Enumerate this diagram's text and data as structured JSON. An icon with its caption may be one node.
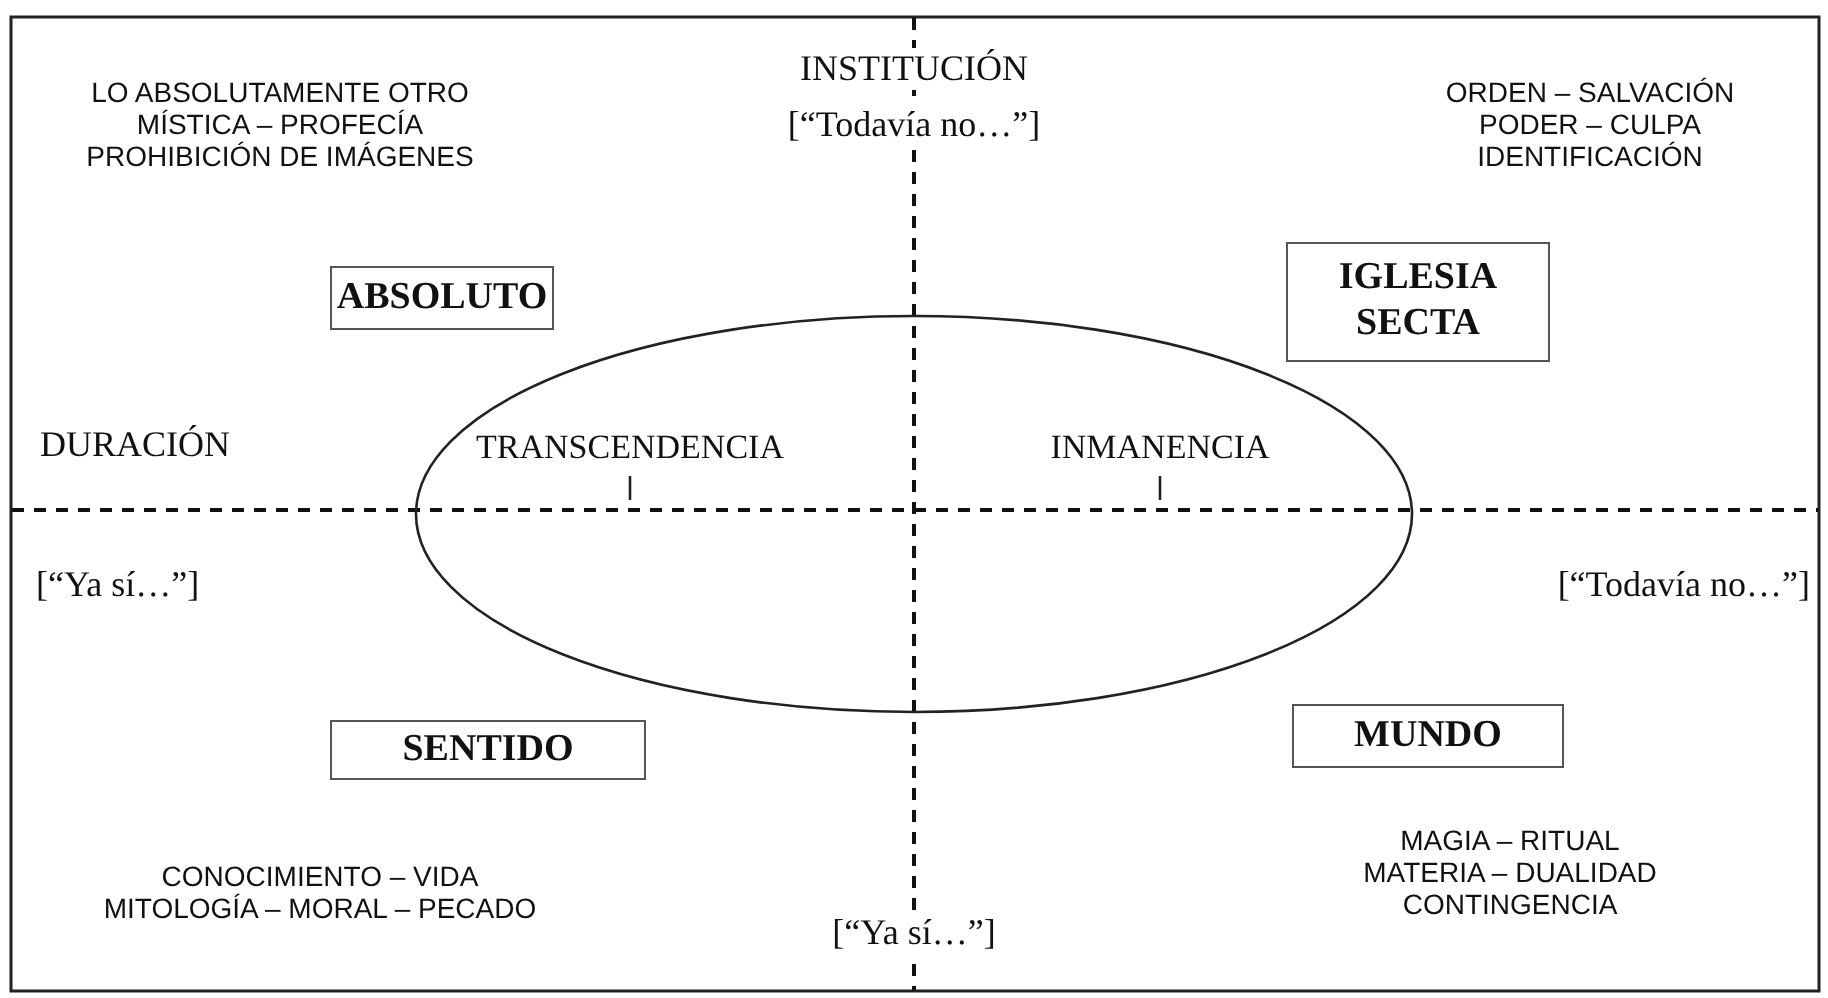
{
  "diagram": {
    "nodes": [
      {
        "text": [
          "ABSOLUTO"
        ]
      },
      {
        "text": [
          "IGLESIA SECTA"
        ]
      },
      {
        "text": [
          "TRANSCENDENCIA",
          "INMANENCIA"
        ]
      },
      {
        "text": [
          "SENTIDO"
        ]
      },
      {
        "text": [
          "MUNDO"
        ]
      }
    ],
    "labels": [
      "LO ABSOLUTAMENTE OTRO MÍSTICA – PROFECÍA PROHIBICIÓN DE IMÁGENES",
      "INSTITUCIÓN",
      "[“Todavía no…”]",
      "ORDEN – SALVACIÓN PODER – CULPA IDENTIFICACIÓN",
      "DURACIÓN",
      "[“Ya sí…”]",
      "[“Todavía no…”]",
      "CONOCIMIENTO – VIDA MITOLOGÍA – MORAL – PECADO",
      "MAGIA – RITUAL MATERIA – DUALIDAD CONTINGENCIA",
      "[“Ya sí…”]"
    ]
  }
}
